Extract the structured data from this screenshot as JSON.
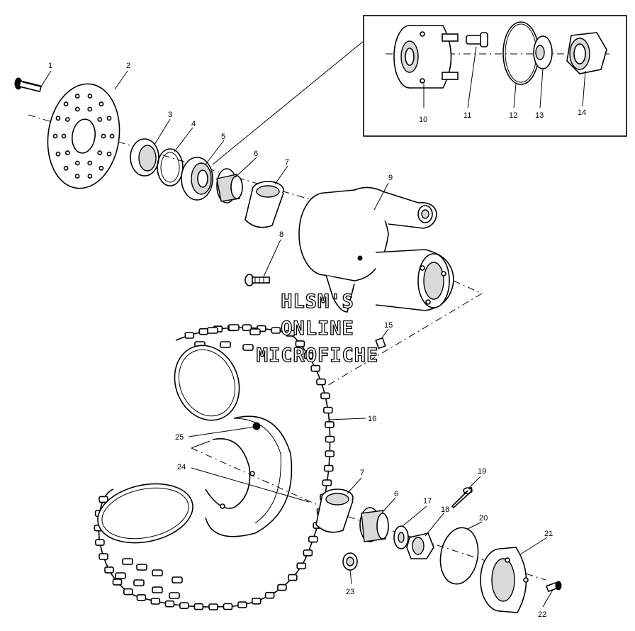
{
  "watermark": {
    "line1": "HLSM'S",
    "line2": "ONLINE",
    "line3": "MICROFICHE"
  },
  "callouts": [
    {
      "id": "c1",
      "label": "1"
    },
    {
      "id": "c2",
      "label": "2"
    },
    {
      "id": "c3",
      "label": "3"
    },
    {
      "id": "c4",
      "label": "4"
    },
    {
      "id": "c5",
      "label": "5"
    },
    {
      "id": "c6a",
      "label": "6"
    },
    {
      "id": "c7a",
      "label": "7"
    },
    {
      "id": "c8",
      "label": "8"
    },
    {
      "id": "c9",
      "label": "9"
    },
    {
      "id": "c10",
      "label": "10"
    },
    {
      "id": "c11",
      "label": "11"
    },
    {
      "id": "c12",
      "label": "12"
    },
    {
      "id": "c13",
      "label": "13"
    },
    {
      "id": "c14",
      "label": "14"
    },
    {
      "id": "c15",
      "label": "15"
    },
    {
      "id": "c16",
      "label": "16"
    },
    {
      "id": "c25",
      "label": "25"
    },
    {
      "id": "c24",
      "label": "24"
    },
    {
      "id": "c7b",
      "label": "7"
    },
    {
      "id": "c6b",
      "label": "6"
    },
    {
      "id": "c19",
      "label": "19"
    },
    {
      "id": "c17",
      "label": "17"
    },
    {
      "id": "c18",
      "label": "18"
    },
    {
      "id": "c20",
      "label": "20"
    },
    {
      "id": "c21",
      "label": "21"
    },
    {
      "id": "c23",
      "label": "23"
    },
    {
      "id": "c22",
      "label": "22"
    }
  ]
}
